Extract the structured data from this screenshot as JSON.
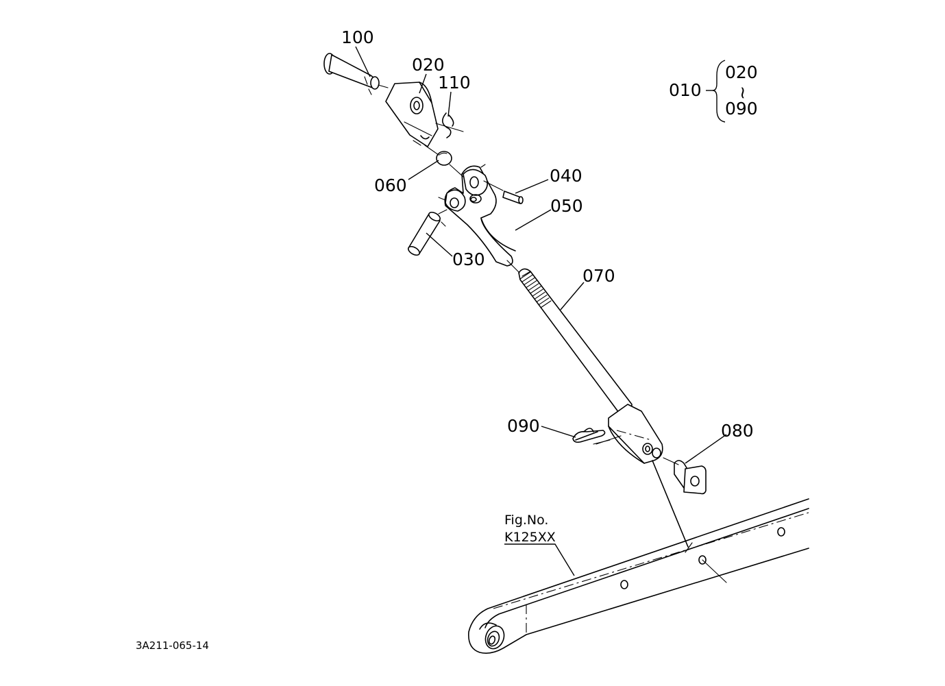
{
  "diagram": {
    "part_labels": {
      "p100": "100",
      "p020": "020",
      "p110": "110",
      "p060": "060",
      "p040": "040",
      "p050": "050",
      "p030": "030",
      "p070": "070",
      "p090": "090",
      "p080": "080"
    },
    "assembly_note": {
      "parent": "010",
      "from": "020",
      "range_symbol": "~",
      "to": "090"
    },
    "figure_reference": {
      "line1": "Fig.No.",
      "line2": "K125XX"
    },
    "drawing_code": "3A211-065-14"
  }
}
